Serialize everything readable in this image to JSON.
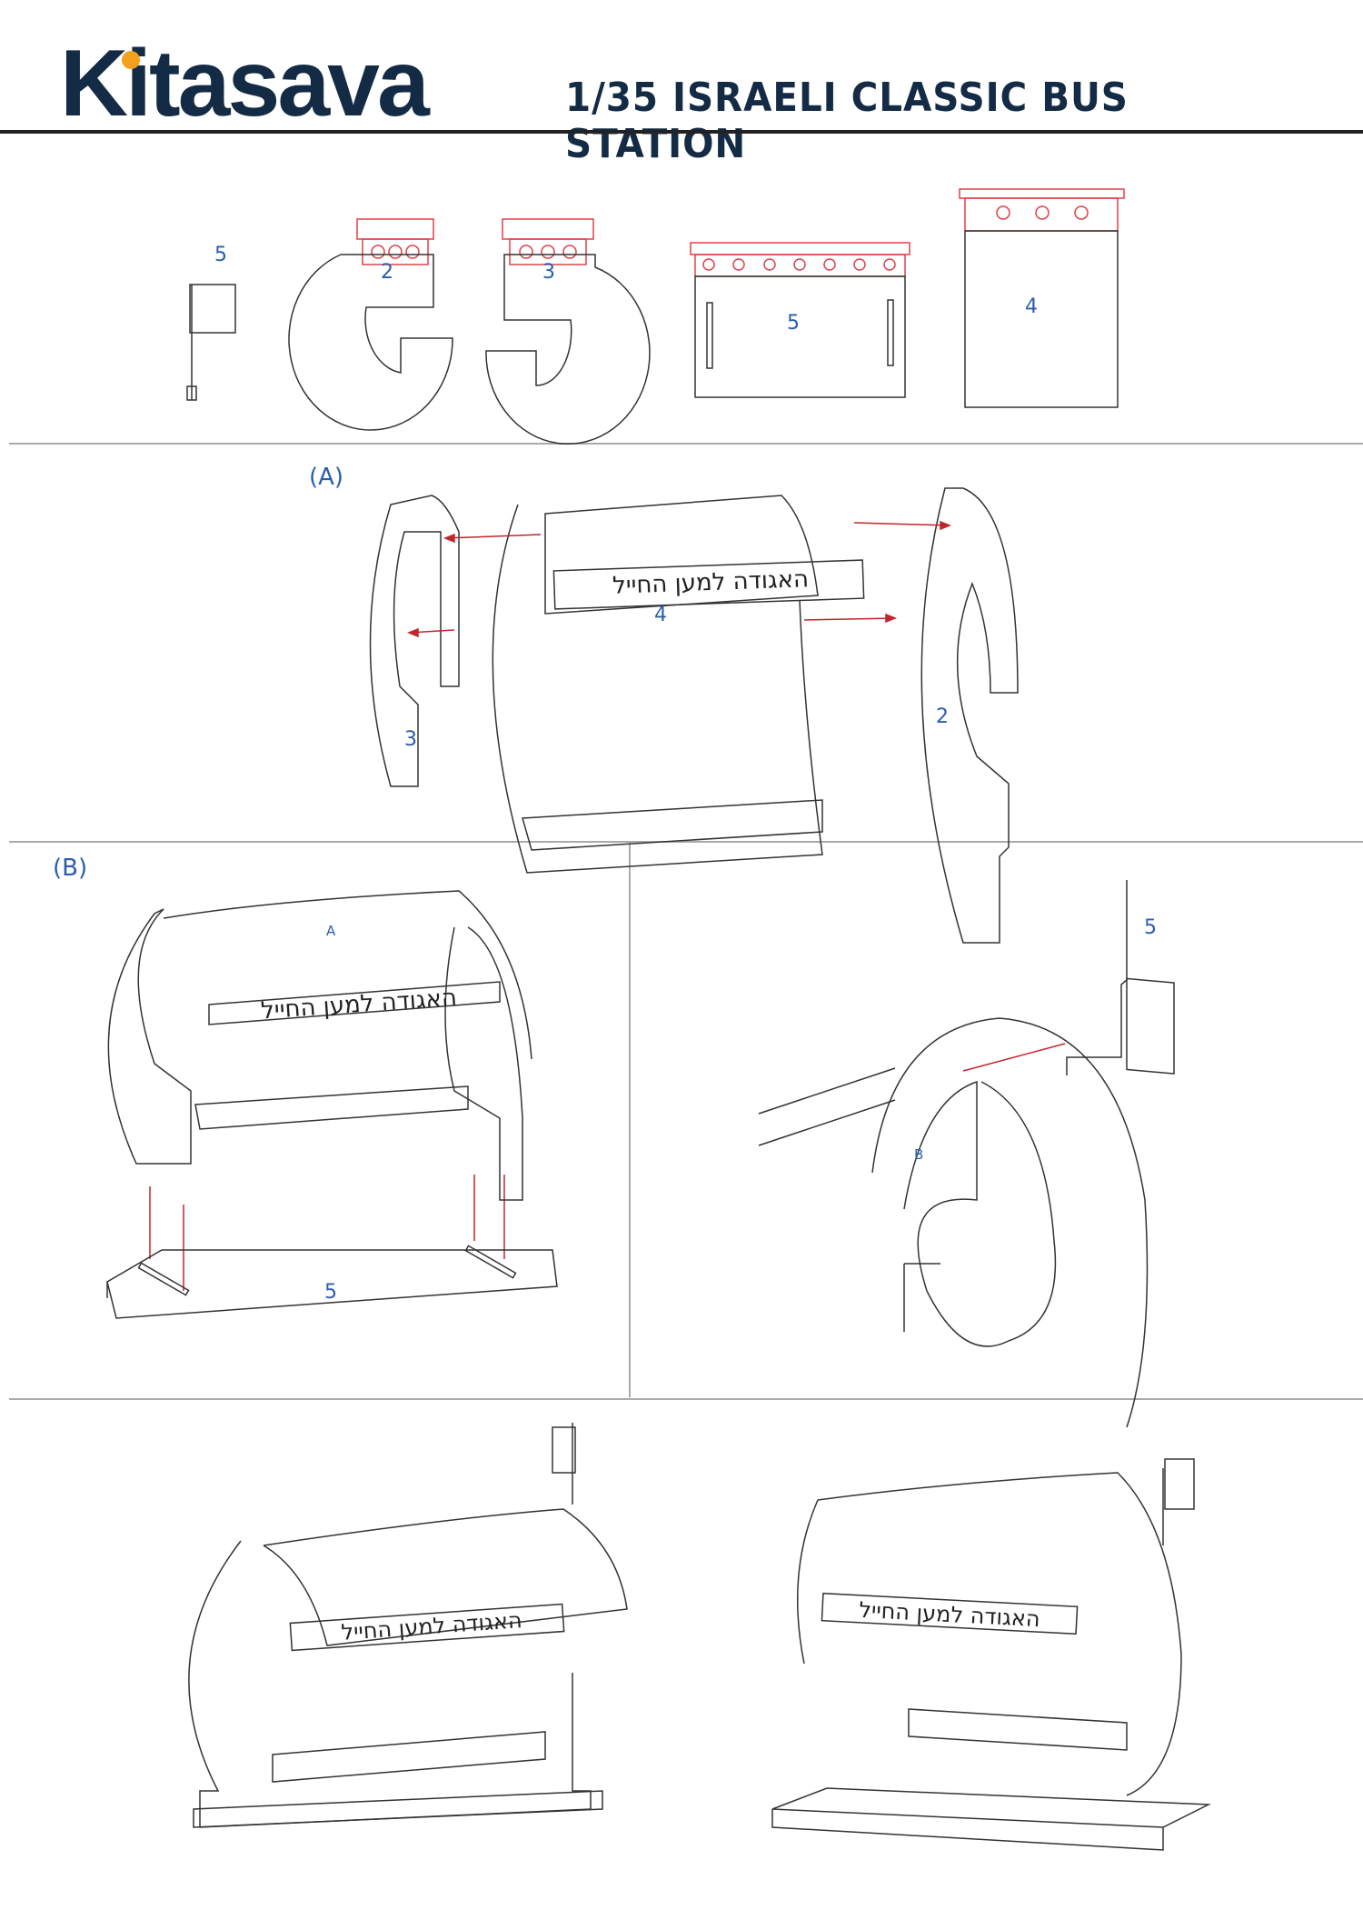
{
  "header": {
    "brand": "Kitasava",
    "title": "1/35 ISRAELI CLASSIC BUS STATION"
  },
  "parts_row": {
    "labels": [
      "5",
      "2",
      "3",
      "5",
      "4"
    ]
  },
  "step_a": {
    "heading": "(A)",
    "labels": {
      "roof": "4",
      "left_side": "3",
      "right_side": "2"
    },
    "sign_text": "האגודה למען החייל"
  },
  "step_b": {
    "heading": "(B)",
    "labels": {
      "assembly": "A",
      "base": "5",
      "side": "B",
      "flag": "5"
    },
    "sign_text": "האגודה למען החייל"
  },
  "final": {
    "sign_text": "האגודה למען החייל"
  },
  "colors": {
    "brand": "#142b45",
    "accent": "#f4a11d",
    "label": "#2a5db0",
    "sprue": "#e0404a",
    "arrow": "#c0262d"
  }
}
